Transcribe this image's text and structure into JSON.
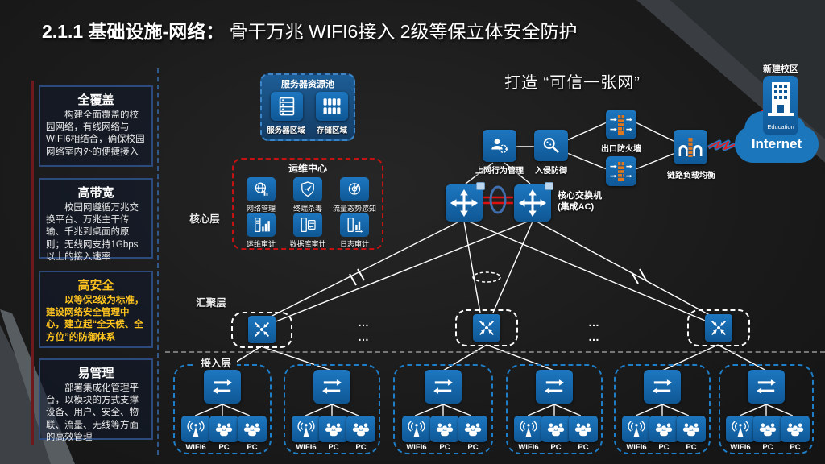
{
  "title": {
    "lead": "2.1.1 基础设施-网络：",
    "rest": "骨干万兆  WIFI6接入  2级等保立体安全防护"
  },
  "slogan": "打造 “可信一张网”",
  "sidebar": {
    "cards": [
      {
        "title": "全覆盖",
        "body": "构建全面覆盖的校园网络，有线网络与WIFI6相结合，确保校园网络室内外的便捷接入"
      },
      {
        "title": "高带宽",
        "body": "校园网遵循万兆交换平台、万兆主干传输、千兆到桌面的原则；无线网支持1Gbps以上的接入速率"
      },
      {
        "title": "高安全",
        "body": "以等保2级为标准，建设网络安全管理中心，建立起“全天候、全方位”的防御体系"
      },
      {
        "title": "易管理",
        "body": "部署集成化管理平台，以模块的方式支撑设备、用户、安全、物联、流量、无线等方面的高效管理"
      }
    ]
  },
  "layers": {
    "core": "核心层",
    "aggregation": "汇聚层",
    "access": "接入层"
  },
  "server_pool": {
    "title": "服务器资源池",
    "items": [
      "服务器区域",
      "存储区域"
    ]
  },
  "ops_center": {
    "title": "运维中心",
    "items": [
      "网络管理",
      "终端杀毒",
      "流量态势感知",
      "运维审计",
      "数据库审计",
      "日志审计"
    ]
  },
  "chain": {
    "behavior": "上网行为管理",
    "ips": "入侵防御",
    "firewall": "出口防火墙",
    "load_balancer": "链路负载均衡",
    "internet": "Internet",
    "new_campus": "新建校区",
    "education": "Education"
  },
  "core_switch": {
    "label1": "核心交换机",
    "label2": "(集成AC)"
  },
  "misc": {
    "dots": "…"
  },
  "access_groups": [
    {
      "wifi": "WiFi6",
      "pc1": "PC",
      "pc2": "PC"
    },
    {
      "wifi": "WIFI6",
      "pc1": "PC",
      "pc2": "PC"
    },
    {
      "wifi": "WiFi6",
      "pc1": "PC",
      "pc2": "PC"
    },
    {
      "wifi": "WiFi6",
      "pc1": "PC",
      "pc2": "PC"
    },
    {
      "wifi": "WiFi6",
      "pc1": "PC",
      "pc2": "PC"
    },
    {
      "wifi": "WiFi6",
      "pc1": "PC",
      "pc2": "PC"
    }
  ],
  "colors": {
    "icon_blue": "#1566ad",
    "panel_blue": "#1d5d96",
    "ops_border_red": "#c41212",
    "link_red": "#e01010",
    "highlight_yellow": "#ffc41e",
    "cloud_blue": "#1b76bc",
    "card_border_blue": "#2c4a7c",
    "access_dash_blue": "#1e7ec8",
    "firewall_orange": "#e07820"
  }
}
